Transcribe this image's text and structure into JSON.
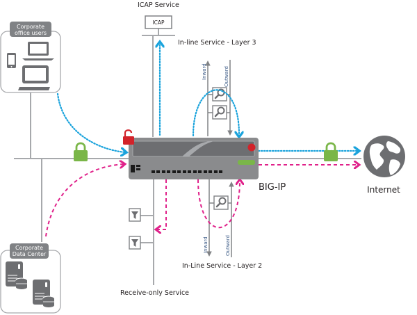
{
  "title": "BIG-IP SSL Orchestrator service topology",
  "colors": {
    "line": "#a7a9ac",
    "device_body": "#6d6e71",
    "device_panel": "#58595b",
    "lock_green": "#7ab648",
    "lock_red": "#d2232a",
    "flow_blue": "#1aa3dc",
    "flow_magenta": "#e0218a",
    "icon_gray": "#6d6e71",
    "direction_text": "#3b5a86"
  },
  "nodes": {
    "office": {
      "tag_line1": "Corporate",
      "tag_line2": "office users"
    },
    "datacenter": {
      "tag_line1": "Corporate",
      "tag_line2": "Data Center"
    },
    "icap": {
      "title": "ICAP Service",
      "box_label": "ICAP"
    },
    "inline_l3": {
      "label": "In-line Service - Layer 3",
      "inward": "Inward",
      "outward": "Outward"
    },
    "inline_l2": {
      "label": "In-Line Service - Layer 2",
      "inward": "Inward",
      "outward": "Outward"
    },
    "receive_only": {
      "label": "Receive-only  Service"
    },
    "bigip": {
      "label": "BIG-IP"
    },
    "internet": {
      "label": "Internet"
    }
  },
  "flows": [
    {
      "name": "encrypted-outbound",
      "style": "dotted",
      "color": "blue"
    },
    {
      "name": "decrypted-inbound",
      "style": "dashed",
      "color": "magenta"
    }
  ]
}
